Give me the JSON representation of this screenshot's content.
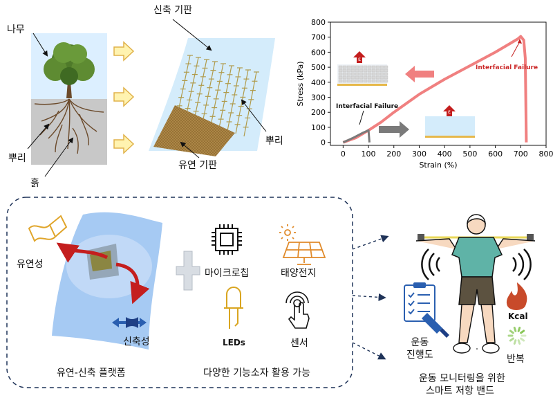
{
  "panel_tree": {
    "tree_label": "나무",
    "root_label": "뿌리",
    "soil_label": "흙"
  },
  "panel_substrate": {
    "stretch_label": "신축 기판",
    "root_label": "뿌리",
    "flex_label": "유연 기판"
  },
  "chart_data": {
    "type": "line",
    "xlabel": "Strain (%)",
    "ylabel": "Stress (kPa)",
    "xlim": [
      -50,
      800
    ],
    "ylim": [
      -20,
      800
    ],
    "xticks": [
      0,
      100,
      200,
      300,
      400,
      500,
      600,
      700,
      800
    ],
    "yticks": [
      0,
      100,
      200,
      300,
      400,
      500,
      600,
      700,
      800
    ],
    "grid": false,
    "series": [
      {
        "color": "#f08080",
        "x": [
          0,
          50,
          100,
          150,
          200,
          300,
          400,
          500,
          600,
          650,
          690,
          700,
          712,
          718,
          722
        ],
        "y": [
          0,
          30,
          80,
          135,
          200,
          320,
          420,
          510,
          600,
          650,
          690,
          705,
          680,
          560,
          0
        ]
      },
      {
        "color": "#7a7a7a",
        "x": [
          0,
          40,
          80,
          100,
          102,
          104
        ],
        "y": [
          0,
          30,
          65,
          80,
          40,
          0
        ]
      }
    ],
    "annotations": [
      {
        "text": "Interfacial Failure",
        "color": "#cc2b2b"
      },
      {
        "text": "Interfacial Failure",
        "color": "#111111"
      }
    ],
    "epsilon": "ε"
  },
  "platform": {
    "flex_label": "유연성",
    "stretch_label": "신축성",
    "caption": "유연-신축 플랫폼",
    "devices": {
      "microchip": "마이크로칩",
      "solar": "태양전지",
      "led": "LEDs",
      "sensor": "센서"
    },
    "devices_caption": "다양한 기능소자 활용 가능"
  },
  "band": {
    "progress_label": "운동\n진행도",
    "kcal_label": "Kcal",
    "repeat_label": "반복",
    "caption_line1": "운동 모니터링을 위한",
    "caption_line2": "스마트 저항 밴드"
  },
  "colors": {
    "sky": "#dcefff",
    "soil": "#c8c8c8",
    "substrate": "#d4ecfb",
    "flex": "#b08a4a",
    "arrow_fill": "#fff3b0",
    "arrow_stroke": "#e0b24a",
    "red_arrow": "#c41e1e",
    "blue": "#2a5fb0",
    "orange": "#e08a2a",
    "gold": "#d9a520"
  }
}
